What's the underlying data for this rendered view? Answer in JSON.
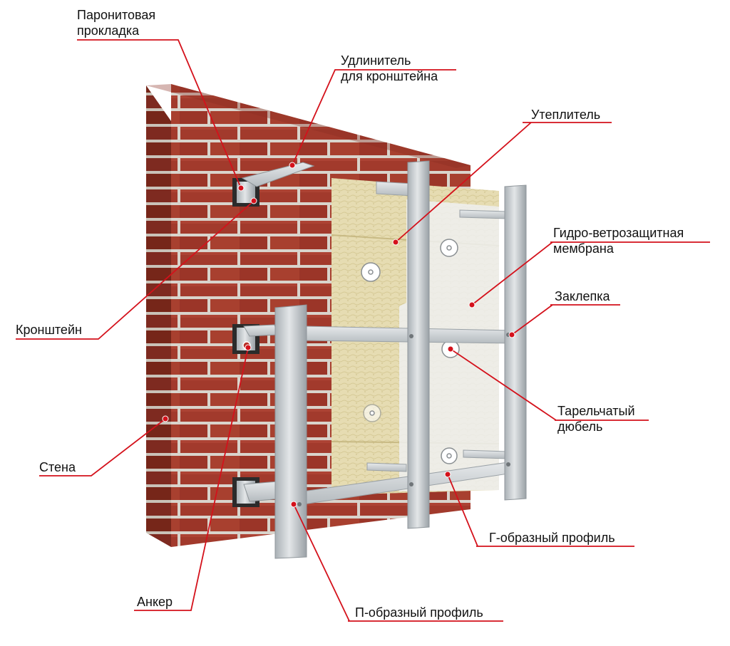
{
  "labels": {
    "gasket": [
      "Паронитовая",
      "прокладка"
    ],
    "extender": [
      "Удлинитель",
      "для кронштейна"
    ],
    "insulation": "Утеплитель",
    "membrane": [
      "Гидро-ветрозащитная",
      "мембрана"
    ],
    "rivet": "Заклепка",
    "bracket": "Кронштейн",
    "dowel": [
      "Тарельчатый",
      "дюбель"
    ],
    "wall": "Стена",
    "l_profile": "Г-образный профиль",
    "anchor": "Анкер",
    "p_profile": "П-образный профиль"
  },
  "colors": {
    "leader": "#d4111b",
    "brick": "#a23a2c",
    "mortar": "#d9d4cc",
    "insulation": "#e6dcb2",
    "membrane": "#eef0f0",
    "metal": "#c9ced2"
  },
  "icons": [
    "brick-wall-icon",
    "bracket-icon",
    "anchor-bolt-icon",
    "dowel-icon",
    "rivet-icon"
  ]
}
